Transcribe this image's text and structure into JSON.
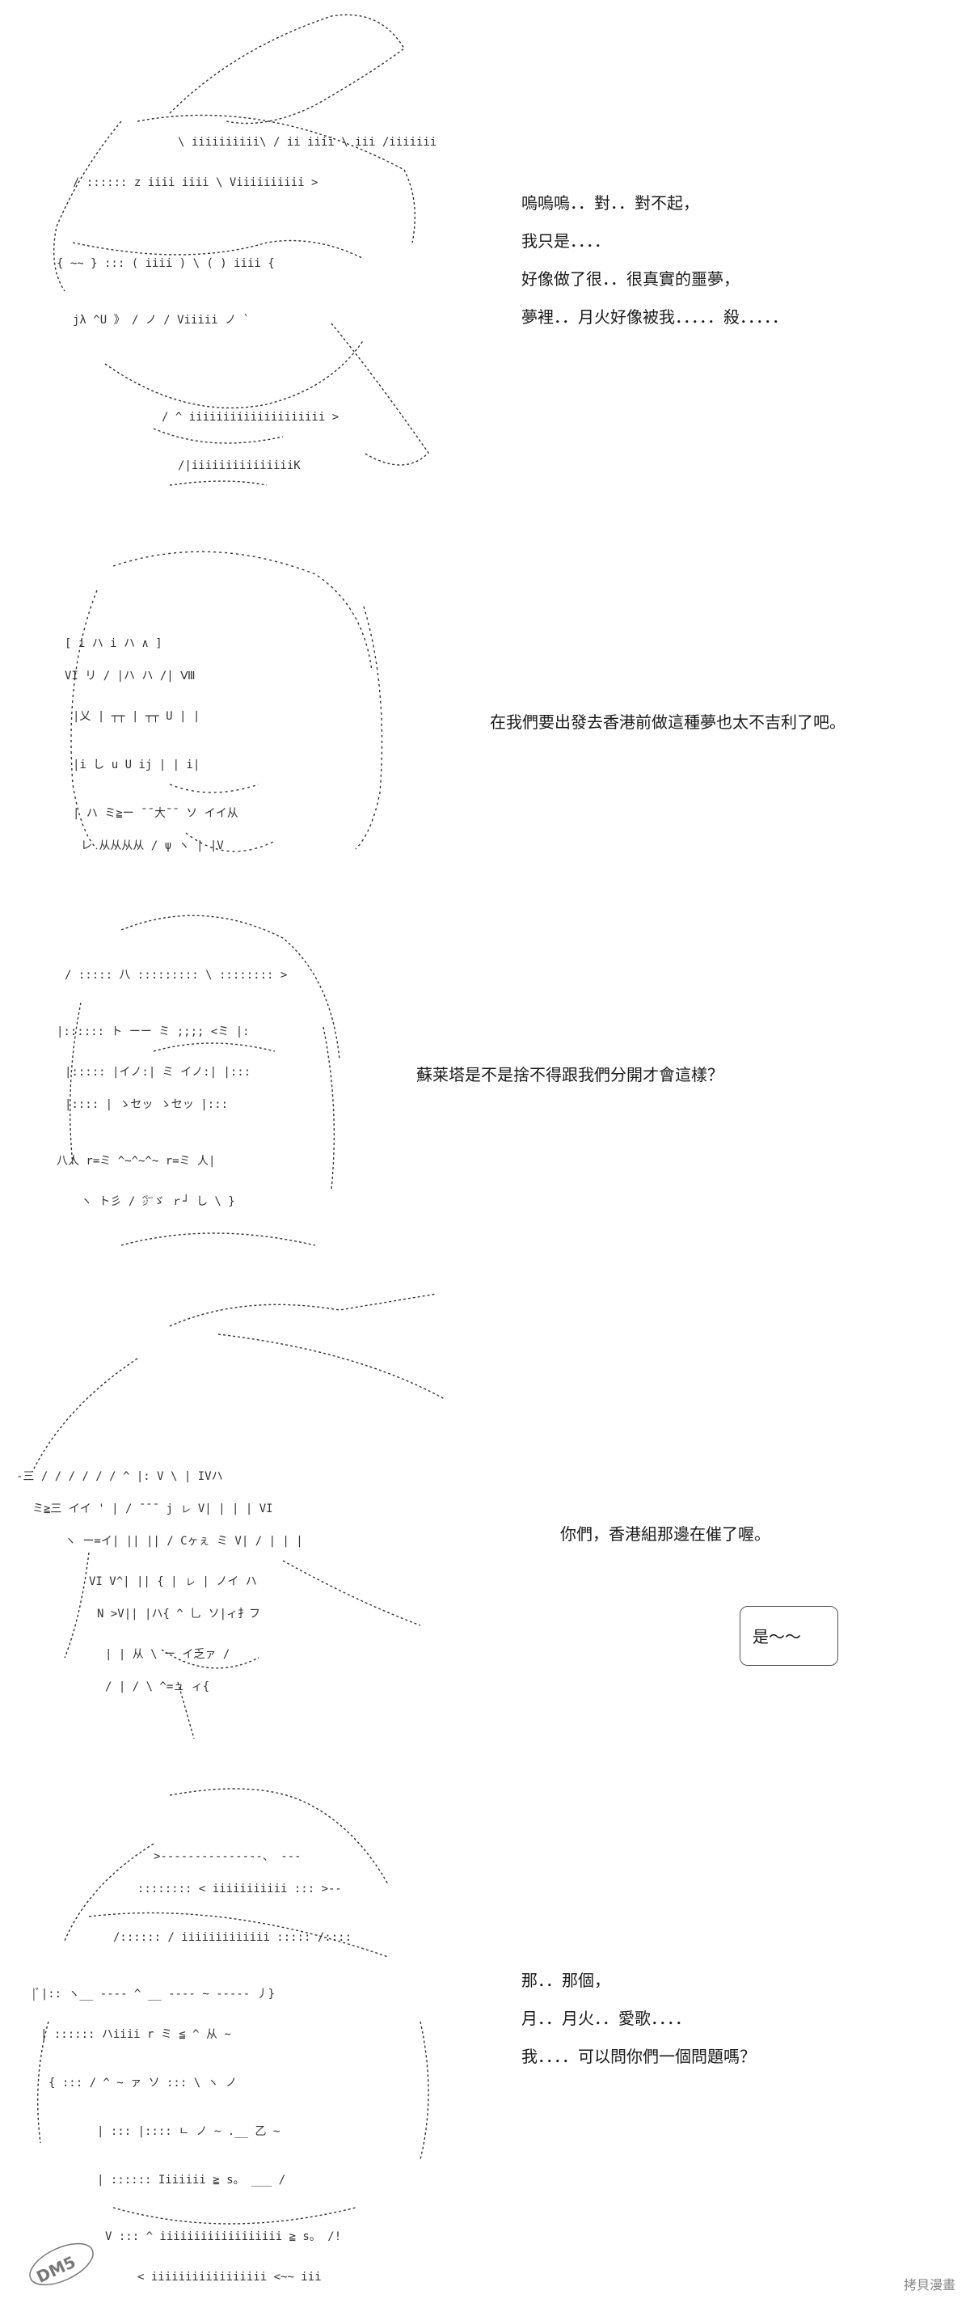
{
  "panels": [
    {
      "id": "p1",
      "art_icon": "ascii-art-character-ribbon-hat",
      "lines": [
        "嗚嗚嗚．．對．．對不起，",
        "我只是．．．．",
        "好像做了很．．很真實的噩夢，",
        "夢裡．．月火好像被我．．．．．殺．．．．．"
      ]
    },
    {
      "id": "p2",
      "art_icon": "ascii-art-character-long-hair",
      "lines": [
        "在我們要出發去香港前做這種夢也太不吉利了吧。"
      ]
    },
    {
      "id": "p3",
      "art_icon": "ascii-art-character-straight-bangs",
      "lines": [
        "蘇莱塔是不是捨不得跟我們分開才會這樣？"
      ]
    },
    {
      "id": "p4",
      "art_icon": "ascii-art-character-messy-hair",
      "lines": [
        "你們，香港組那邊在催了喔。"
      ],
      "bubble": "是～～"
    },
    {
      "id": "p5",
      "art_icon": "ascii-art-character-ribbon-hat-2",
      "lines": [
        "那．．那個，",
        "月．．月火．．愛歌．．．．",
        "我．．．．可以問你們一個問題嗎？"
      ]
    }
  ],
  "watermark": {
    "left_logo_icon": "dm5-logo-icon",
    "left_text": "DM5",
    "right_text": "拷貝漫畫"
  },
  "colors": {
    "ink": "#1a1a1a",
    "art": "#333333"
  }
}
